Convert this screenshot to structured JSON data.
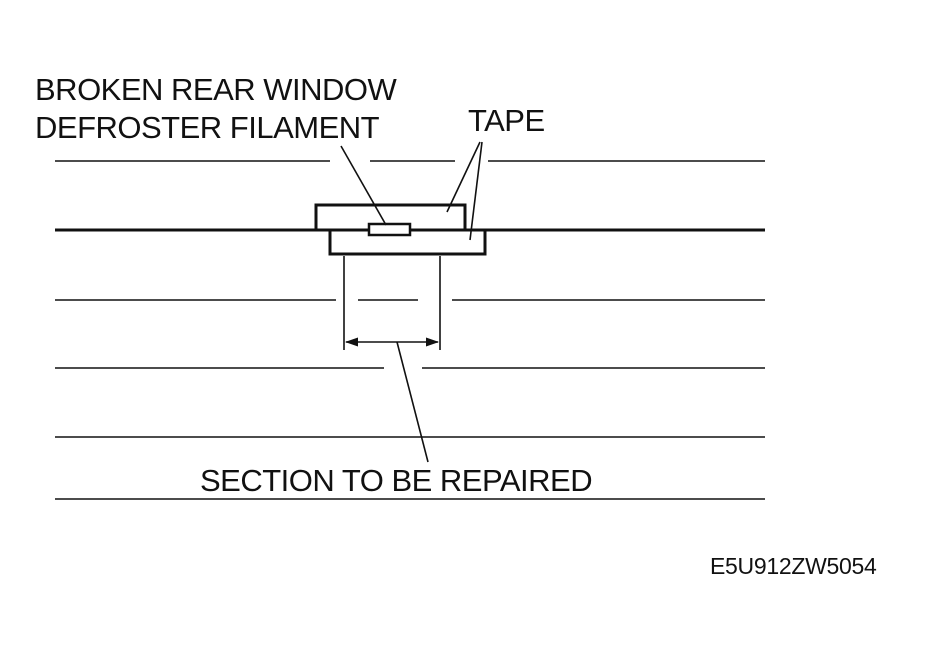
{
  "labels": {
    "filament_line1": "BROKEN REAR WINDOW",
    "filament_line2": "DEFROSTER FILAMENT",
    "tape": "TAPE",
    "section": "SECTION TO BE REPAIRED",
    "figure_code": "E5U912ZW5054"
  },
  "colors": {
    "ink": "#111111",
    "background": "#ffffff"
  }
}
